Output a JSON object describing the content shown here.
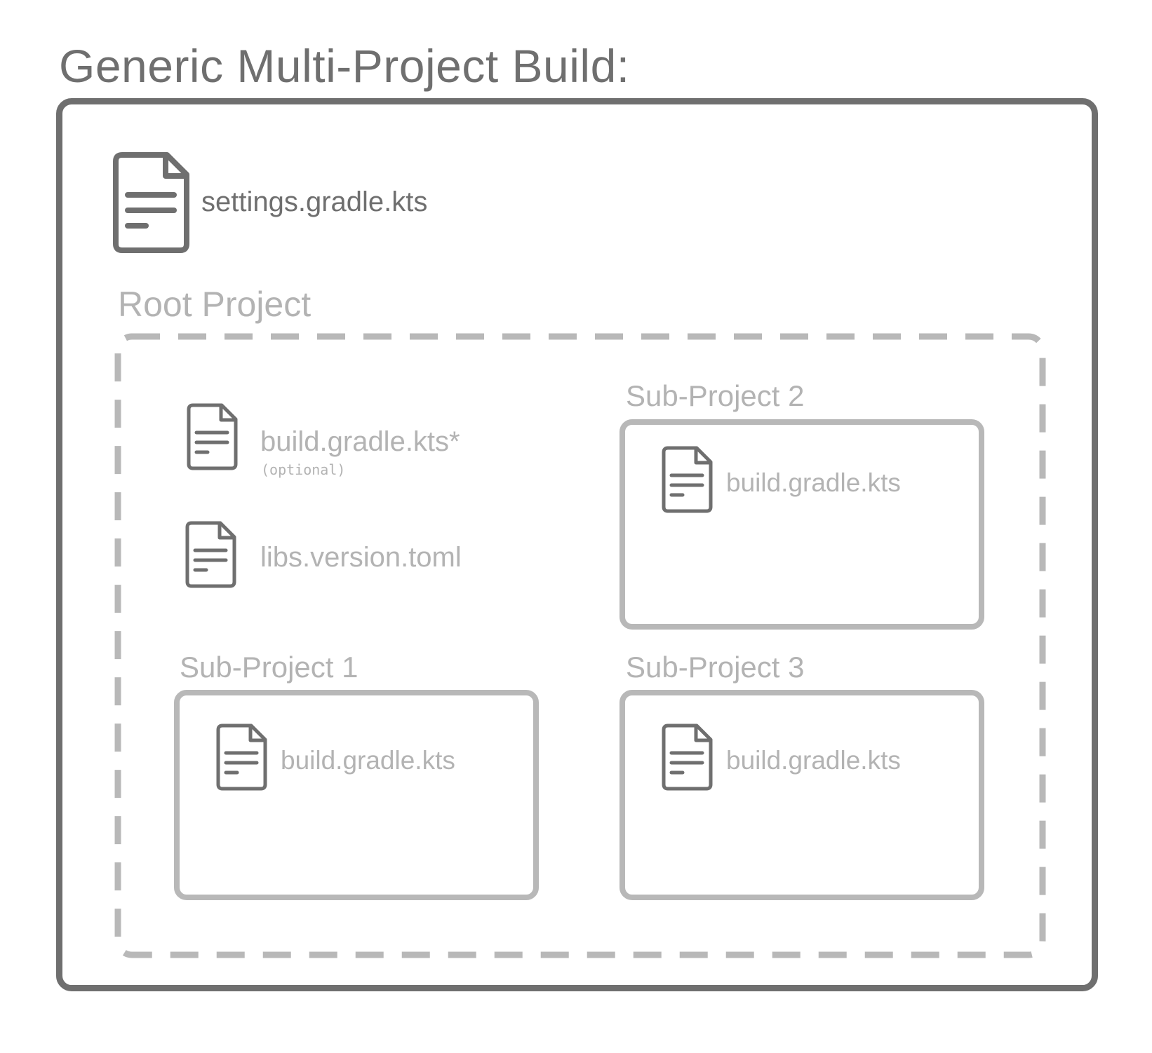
{
  "title": "Generic Multi-Project Build:",
  "settings": {
    "file_label": "settings.gradle.kts",
    "icon": "document-icon"
  },
  "root_project": {
    "label": "Root Project",
    "files": [
      {
        "label": "build.gradle.kts*",
        "note": "(optional)",
        "icon": "document-icon"
      },
      {
        "label": "libs.version.toml",
        "icon": "document-icon"
      }
    ]
  },
  "sub_projects": [
    {
      "label": "Sub-Project 1",
      "file_label": "build.gradle.kts",
      "icon": "document-icon"
    },
    {
      "label": "Sub-Project 2",
      "file_label": "build.gradle.kts",
      "icon": "document-icon"
    },
    {
      "label": "Sub-Project 3",
      "file_label": "build.gradle.kts",
      "icon": "document-icon"
    }
  ],
  "colors": {
    "dark_stroke": "#6f6f6f",
    "light_stroke": "#b8b8b8",
    "text_light": "#b3b3b3"
  }
}
